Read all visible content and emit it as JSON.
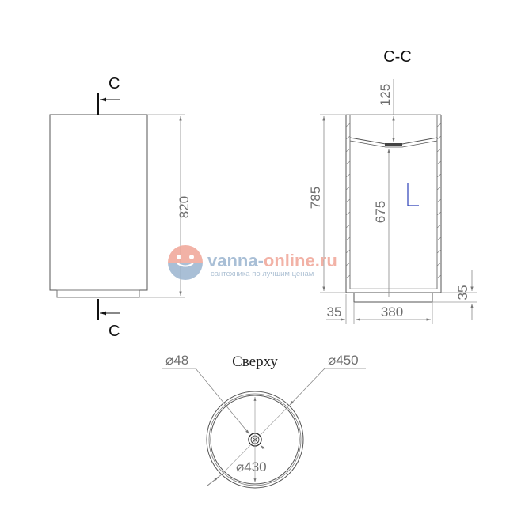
{
  "drawing": {
    "front_view": {
      "section_mark_top": "C",
      "section_mark_bottom": "C",
      "height_dim": "820"
    },
    "section_view": {
      "title": "C-C",
      "bowl_depth_dim": "125",
      "total_height_dim": "785",
      "inner_height_dim": "675",
      "base_offset_dim": "35",
      "base_width_dim": "380",
      "base_height_dim": "35"
    },
    "top_view": {
      "title": "Сверху",
      "drain_diameter": "48",
      "outer_diameter": "450",
      "inner_diameter": "430",
      "diameter_symbol": "⌀"
    }
  },
  "watermark": {
    "brand_part1": "vanna-",
    "brand_part2": "online.ru",
    "tagline": "сантехника по лучшим ценам",
    "colors": {
      "blue": "#9bb4cf",
      "red": "#f0a597"
    }
  }
}
